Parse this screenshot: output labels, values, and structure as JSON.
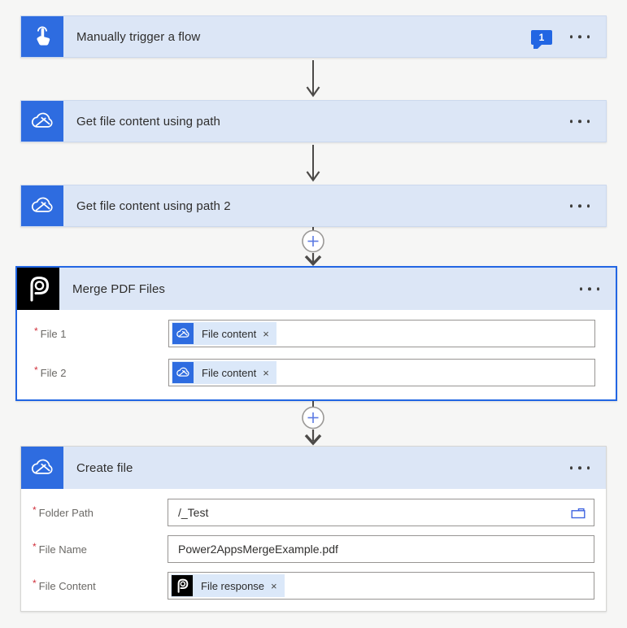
{
  "flow": {
    "required_marker": "*",
    "dismiss_glyph": "×",
    "trigger": {
      "title": "Manually trigger a flow",
      "badge_count": "1",
      "icon": "manual-trigger-touch-icon"
    },
    "action_get1": {
      "title": "Get file content using path",
      "icon": "onedrive-icon"
    },
    "action_get2": {
      "title": "Get file content using path 2",
      "icon": "onedrive-icon"
    },
    "action_merge": {
      "title": "Merge PDF Files",
      "icon": "merge-pdf-connector-icon",
      "selected": true,
      "fields": {
        "file1": {
          "label": "File 1",
          "token": {
            "icon": "onedrive-icon",
            "text": "File content"
          }
        },
        "file2": {
          "label": "File 2",
          "token": {
            "icon": "onedrive-icon",
            "text": "File content"
          }
        }
      }
    },
    "action_create": {
      "title": "Create file",
      "icon": "onedrive-icon",
      "fields": {
        "folder_path": {
          "label": "Folder Path",
          "value": "/_Test",
          "trailing_icon": "folder-picker-icon"
        },
        "file_name": {
          "label": "File Name",
          "value": "Power2AppsMergeExample.pdf"
        },
        "file_content": {
          "label": "File Content",
          "token": {
            "icon": "merge-pdf-connector-icon",
            "text": "File response"
          }
        }
      }
    },
    "colors": {
      "connector_tile_blue": "#2e6ce0",
      "accent_selected_blue": "#2266e3",
      "card_header_bg": "#dce6f6",
      "token_bg": "#dbe8f9",
      "merge_connector_black": "#000000",
      "arrow_gray": "#4c4a48",
      "required_red": "#d0303c"
    }
  }
}
